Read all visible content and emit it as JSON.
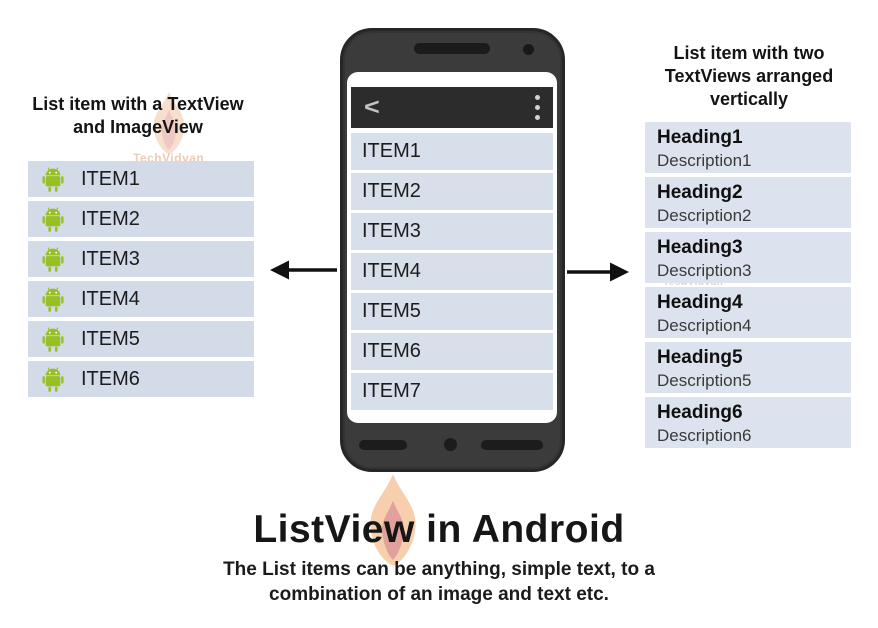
{
  "watermark": {
    "brand": "TechVidvan"
  },
  "left_panel": {
    "title_lines": [
      "List item with a TextView",
      "and ImageView"
    ],
    "items": [
      "ITEM1",
      "ITEM2",
      "ITEM3",
      "ITEM4",
      "ITEM5",
      "ITEM6"
    ]
  },
  "phone": {
    "back_label": "<",
    "items": [
      "ITEM1",
      "ITEM2",
      "ITEM3",
      "ITEM4",
      "ITEM5",
      "ITEM6",
      "ITEM7"
    ]
  },
  "right_panel": {
    "title_lines": [
      "List item with two",
      "TextViews arranged",
      "vertically"
    ],
    "items": [
      {
        "heading": "Heading1",
        "description": "Description1"
      },
      {
        "heading": "Heading2",
        "description": "Description2"
      },
      {
        "heading": "Heading3",
        "description": "Description3"
      },
      {
        "heading": "Heading4",
        "description": "Description4"
      },
      {
        "heading": "Heading5",
        "description": "Description5"
      },
      {
        "heading": "Heading6",
        "description": "Description6"
      }
    ]
  },
  "footer": {
    "title": "ListView in Android",
    "subtitle_lines": [
      "The List items can be anything, simple text, to a",
      "combination of an image and text etc."
    ]
  },
  "colors": {
    "android_green": "#97c024",
    "left_item_bg": "#d2dbe7",
    "right_item_bg": "#dce3ee",
    "phone_item_bg": "#d7dfea",
    "phone_body": "#3b3b3b",
    "app_header_bg": "#2c2c2c",
    "arrow": "#111111"
  }
}
